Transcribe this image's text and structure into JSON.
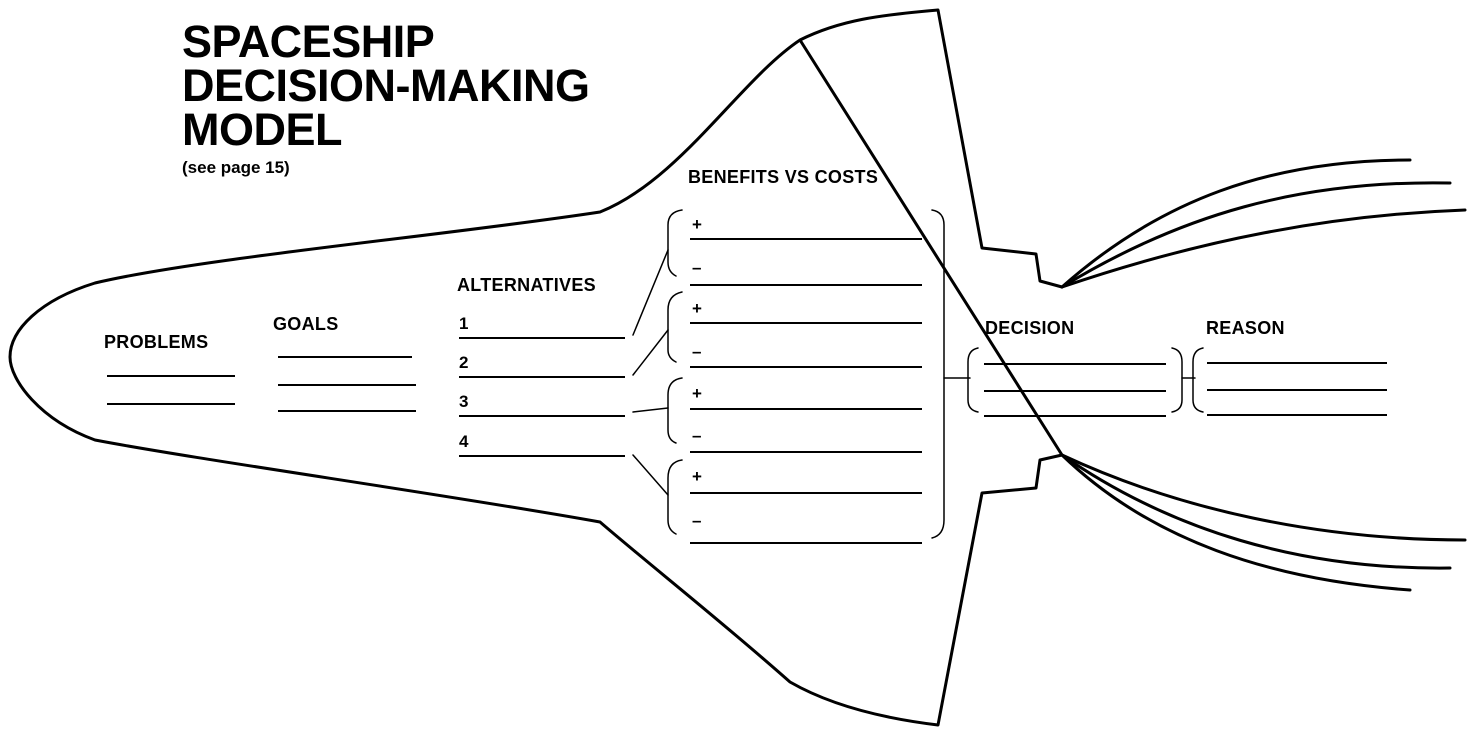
{
  "title": {
    "line1": "SPACESHIP",
    "line2": "DECISION-MAKING",
    "line3": "MODEL",
    "subtitle": "(see page 15)"
  },
  "sections": {
    "problems": "PROBLEMS",
    "goals": "GOALS",
    "alternatives": "ALTERNATIVES",
    "benefits_vs_costs": "BENEFITS VS COSTS",
    "decision": "DECISION",
    "reason": "REASON"
  },
  "alternative_numbers": [
    "1",
    "2",
    "3",
    "4"
  ],
  "signs": {
    "plus": "+",
    "minus": "–"
  }
}
